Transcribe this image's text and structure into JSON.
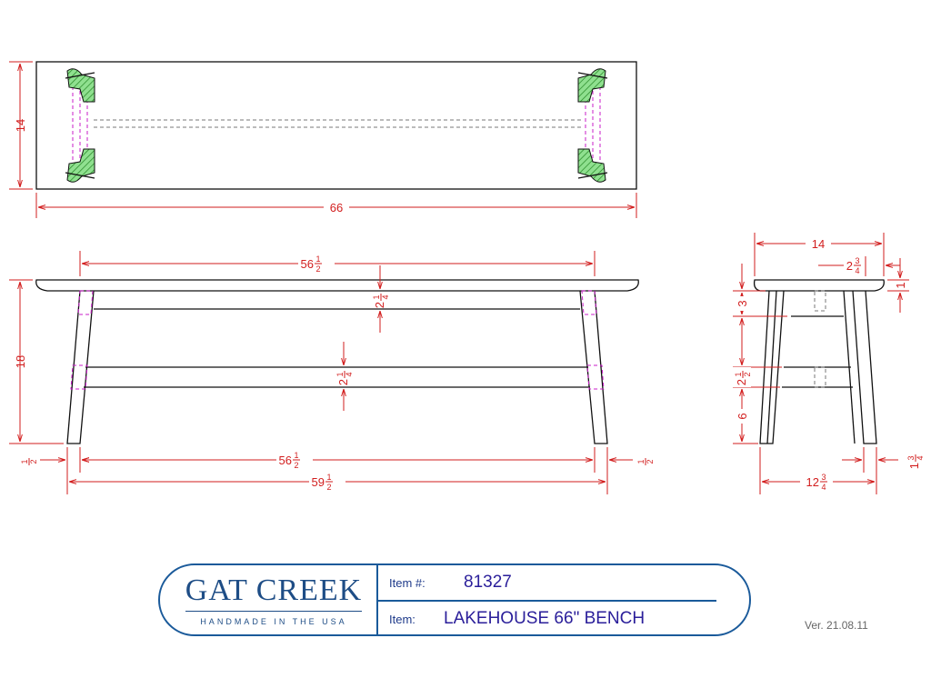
{
  "dimensions": {
    "top_view_width": "14",
    "top_view_length": "66",
    "front_inner_top": {
      "whole": "56",
      "num": "1",
      "den": "2"
    },
    "front_rail_upper": {
      "whole": "2",
      "num": "1",
      "den": "4"
    },
    "front_rail_lower": {
      "whole": "2",
      "num": "1",
      "den": "4"
    },
    "front_height": "18",
    "front_left_splay": {
      "whole": "",
      "num": "1",
      "den": "2"
    },
    "front_right_splay": {
      "whole": "",
      "num": "1",
      "den": "2"
    },
    "front_inner_bottom": {
      "whole": "56",
      "num": "1",
      "den": "2"
    },
    "front_overall_bottom": {
      "whole": "59",
      "num": "1",
      "den": "2"
    },
    "side_top_width": "14",
    "side_top_overhang": {
      "whole": "2",
      "num": "3",
      "den": "4"
    },
    "side_seat_thickness": "1",
    "side_upper": "3",
    "side_mid": {
      "whole": "2",
      "num": "1",
      "den": "2"
    },
    "side_lower": "6",
    "side_bottom_width": {
      "whole": "12",
      "num": "3",
      "den": "4"
    },
    "side_leg_offset": {
      "whole": "1",
      "num": "3",
      "den": "4"
    }
  },
  "title_block": {
    "brand": "GAT CREEK",
    "tagline": "HANDMADE IN THE USA",
    "item_number_label": "Item #:",
    "item_number": "81327",
    "item_label": "Item:",
    "item_name": "LAKEHOUSE 66\" BENCH"
  },
  "version": "Ver. 21.08.11",
  "colors": {
    "dimension": "#d21e1e",
    "hidden_line": "#c81ec8",
    "hatch": "#3cb43c",
    "brand": "#1e4d86"
  }
}
